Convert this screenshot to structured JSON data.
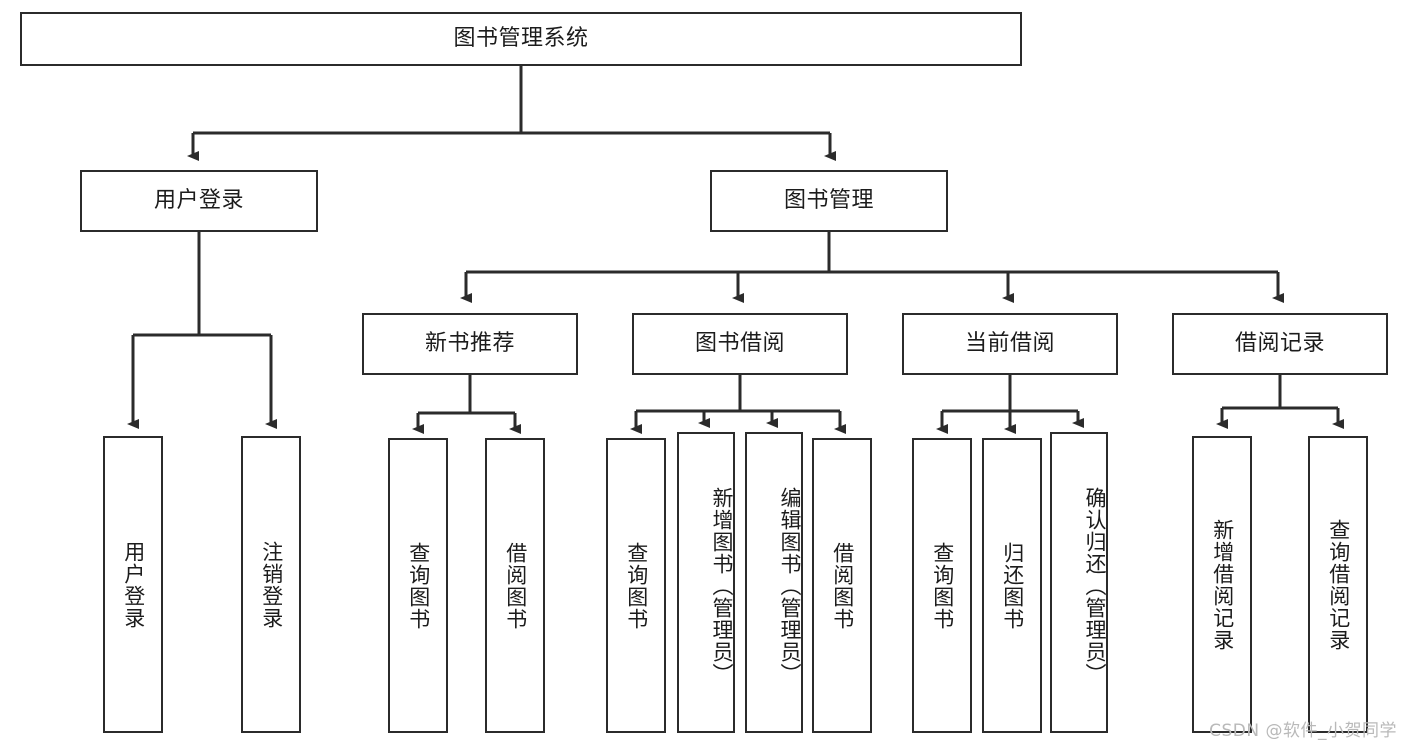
{
  "diagram": {
    "title": "图书管理系统",
    "root": {
      "label": "图书管理系统"
    },
    "level2": [
      {
        "label": "用户登录"
      },
      {
        "label": "图书管理"
      }
    ],
    "level3": [
      {
        "label": "新书推荐"
      },
      {
        "label": "图书借阅"
      },
      {
        "label": "当前借阅"
      },
      {
        "label": "借阅记录"
      }
    ],
    "leaves": {
      "user_login": [
        {
          "label": "用户登录"
        },
        {
          "label": "注销登录"
        }
      ],
      "new_book": [
        {
          "label": "查询图书"
        },
        {
          "label": "借阅图书"
        }
      ],
      "book_borrow": [
        {
          "label": "查询图书"
        },
        {
          "label": "新增图书（管理员）"
        },
        {
          "label": "编辑图书（管理员）"
        },
        {
          "label": "借阅图书"
        }
      ],
      "current_borrow": [
        {
          "label": "查询图书"
        },
        {
          "label": "归还图书"
        },
        {
          "label": "确认归还（管理员）"
        }
      ],
      "borrow_record": [
        {
          "label": "新增借阅记录"
        },
        {
          "label": "查询借阅记录"
        }
      ]
    }
  },
  "watermark": {
    "text": "CSDN @软件_小贺同学"
  },
  "colors": {
    "stroke": "#2b2b2b",
    "text": "#1c1c1c",
    "background": "#ffffff",
    "watermark": "#b9b9b9"
  }
}
